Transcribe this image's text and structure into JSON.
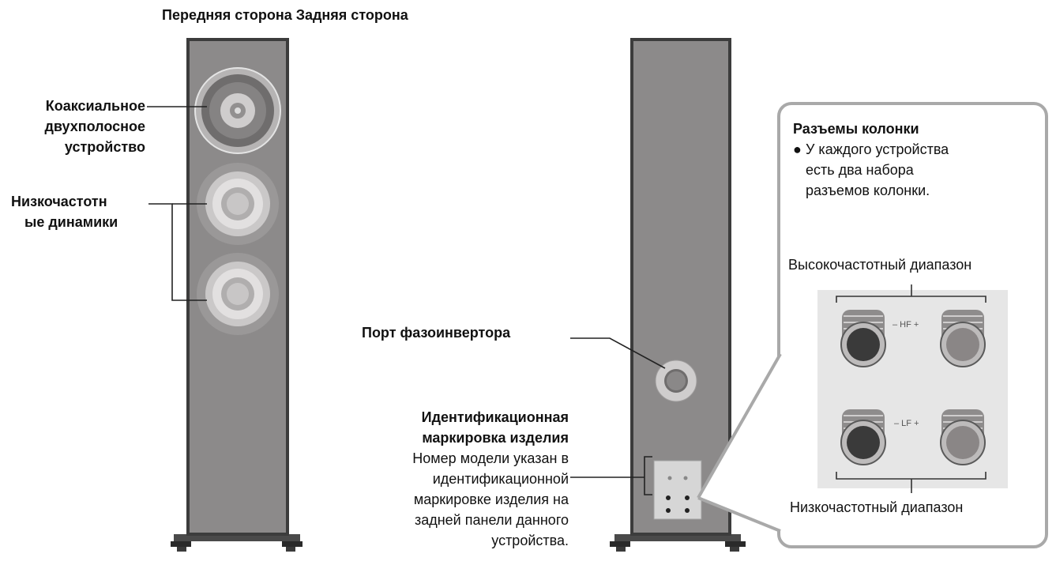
{
  "header": {
    "title": "Передняя сторона Задняя сторона"
  },
  "front": {
    "coaxial_label": [
      "Коаксиальное",
      "двухполосное",
      "устройство"
    ],
    "woofer_label": [
      "Низкочастотн",
      "ые динамики"
    ]
  },
  "rear": {
    "port_label": "Порт фазоинвертора",
    "id_label_title": [
      "Идентификационная",
      "маркировка изделия"
    ],
    "id_label_text": [
      "Номер модели указан в",
      "идентификационной",
      "маркировке изделия на",
      "задней панели данного",
      "устройства."
    ]
  },
  "callout": {
    "title": "Разъемы колонки",
    "bullet": "●",
    "text": [
      "У каждого устройства",
      "есть два набора",
      "разъемов колонки."
    ],
    "hf_range": "Высокочастотный диапазон",
    "lf_range": "Низкочастотный диапазон",
    "hf_marks": "– HF +",
    "lf_marks": "– LF +"
  },
  "colors": {
    "cabinet": "#8c8a8a",
    "cabinet_edge": "#3c3c3c",
    "panel_light": "#e6e6e6",
    "callout_border": "#a9a9a9"
  }
}
